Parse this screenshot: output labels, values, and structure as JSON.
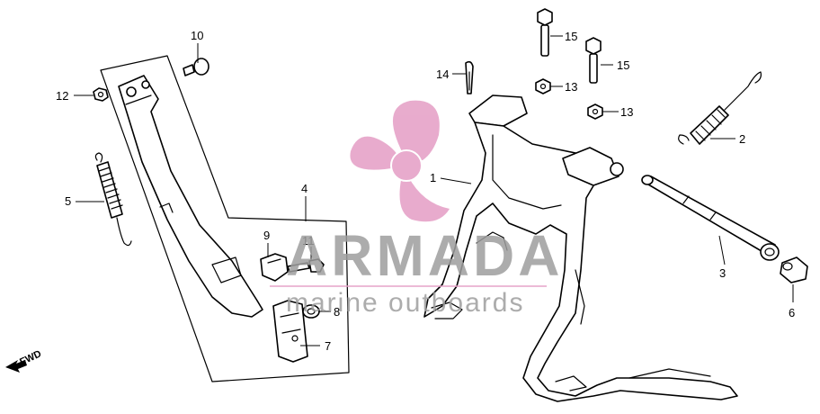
{
  "watermark": {
    "brand": "ARMADA",
    "tagline": "marine outboards",
    "logo_color": "#e6a3c8",
    "text_color": "#9e9e9e"
  },
  "direction_label": "FWD",
  "callouts": {
    "c1": "1",
    "c2": "2",
    "c3": "3",
    "c4": "4",
    "c5": "5",
    "c6": "6",
    "c7": "7",
    "c8": "8",
    "c9": "9",
    "c10": "10",
    "c11": "11",
    "c12": "12",
    "c13a": "13",
    "c13b": "13",
    "c14": "14",
    "c15a": "15",
    "c15b": "15"
  }
}
